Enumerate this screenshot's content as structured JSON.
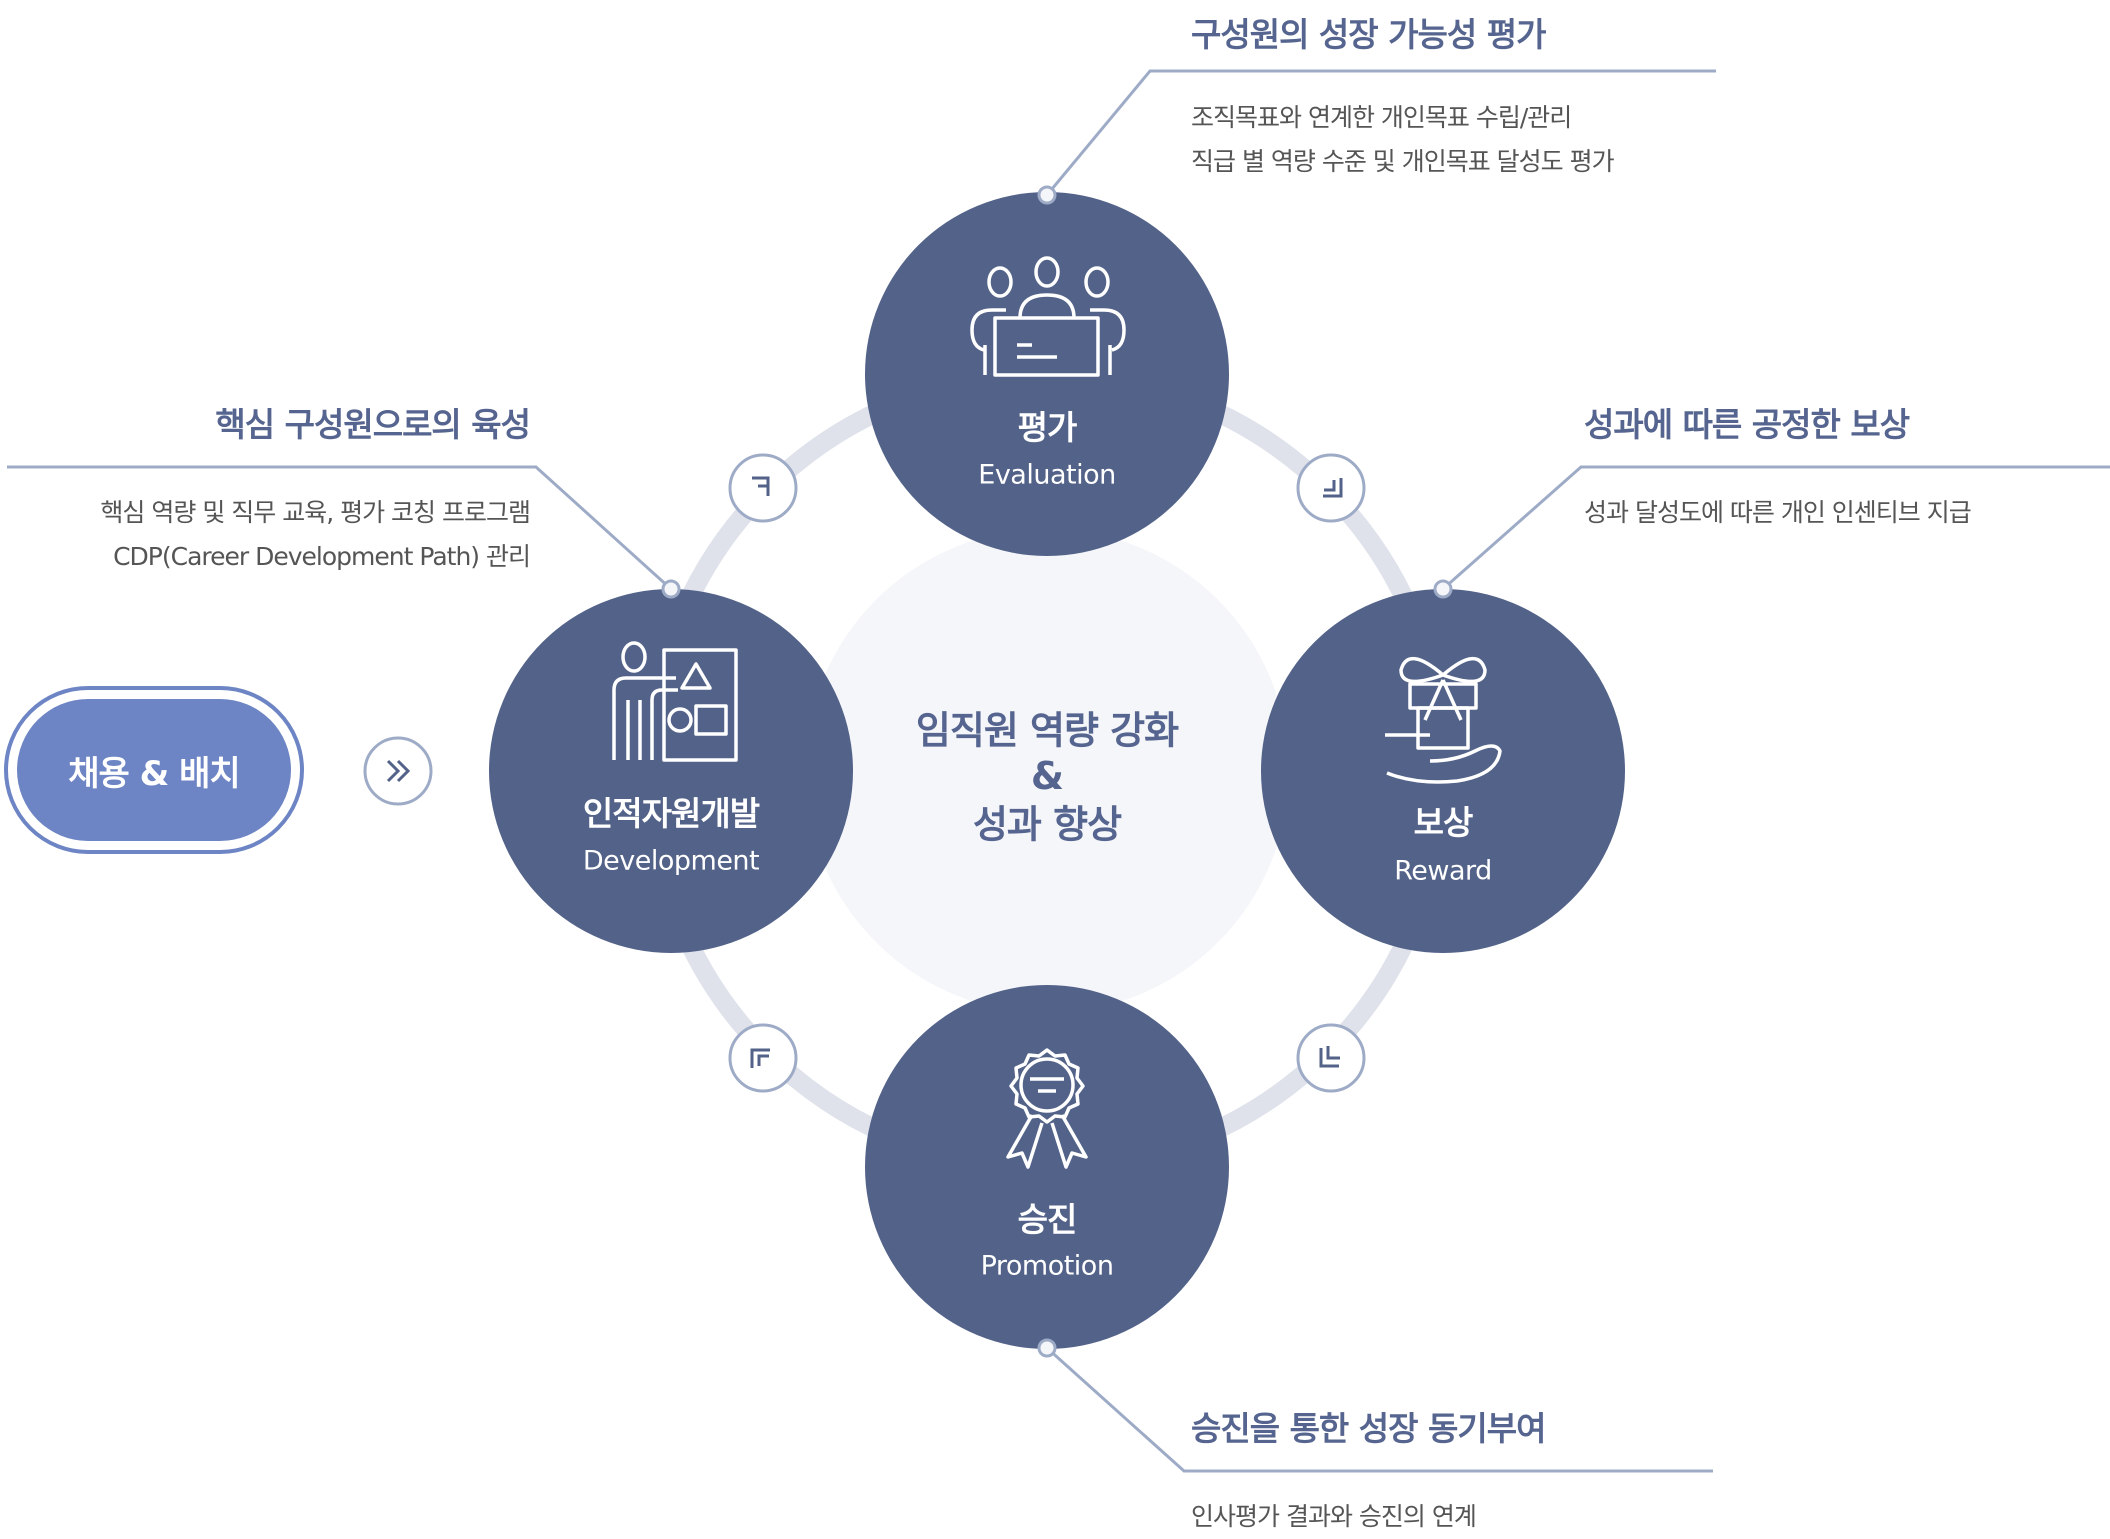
{
  "start": {
    "label": "채용 & 배치",
    "arrow_icon": "double-chevron-right-icon"
  },
  "center": {
    "line1": "임직원 역량 강화",
    "line2": "&",
    "line3": "성과 향상"
  },
  "nodes": {
    "evaluation": {
      "title": "평가",
      "subtitle": "Evaluation",
      "icon": "people-board-icon"
    },
    "development": {
      "title": "인적자원개발",
      "subtitle": "Development",
      "icon": "presentation-icon"
    },
    "reward": {
      "title": "보상",
      "subtitle": "Reward",
      "icon": "gift-hand-icon"
    },
    "promotion": {
      "title": "승진",
      "subtitle": "Promotion",
      "icon": "award-ribbon-icon"
    }
  },
  "callouts": {
    "evaluation": {
      "heading": "구성원의 성장 가능성 평가",
      "lines": [
        "조직목표와 연계한 개인목표 수립/관리",
        "직급 별 역량 수준 및 개인목표 달성도 평가"
      ]
    },
    "development": {
      "heading": "핵심 구성원으로의 육성",
      "lines": [
        "핵심 역량 및 직무 교육, 평가 코칭 프로그램",
        "CDP(Career Development Path) 관리"
      ]
    },
    "reward": {
      "heading": "성과에 따른 공정한 보상",
      "lines": [
        "성과 달성도에 따른 개인 인센티브 지급"
      ]
    },
    "promotion": {
      "heading": "승진을 통한 성장 동기부여",
      "lines": [
        "인사평가 결과와 승진의 연계"
      ]
    }
  },
  "colors": {
    "node": "#536288",
    "ring": "#dfe2eb",
    "accent": "#6d85c4",
    "line": "#9eabc7",
    "heading": "#56658f"
  }
}
